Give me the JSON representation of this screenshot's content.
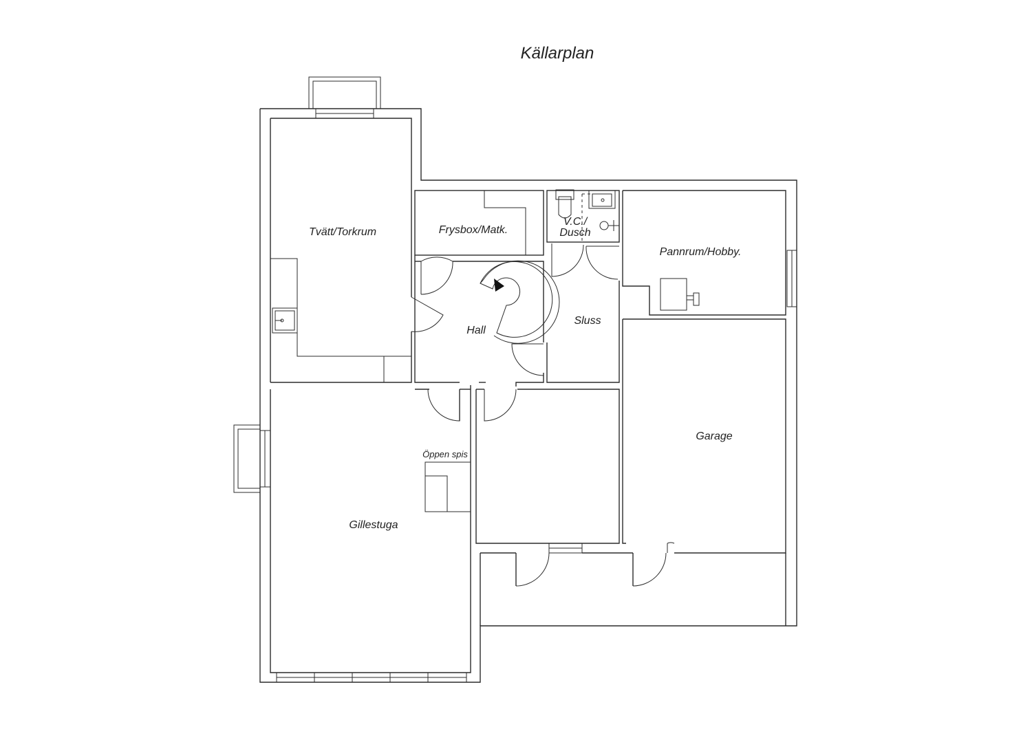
{
  "title": "Källarplan",
  "rooms": {
    "tvatt": "Tvätt/Torkrum",
    "frysbox": "Frysbox/Matk.",
    "vc_line1": "V.C./",
    "vc_line2": "Dusch",
    "pannrum": "Pannrum/Hobby.",
    "hall": "Hall",
    "sluss": "Sluss",
    "garage": "Garage",
    "oppen_spis": "Öppen spis",
    "gillestuga": "Gillestuga"
  }
}
